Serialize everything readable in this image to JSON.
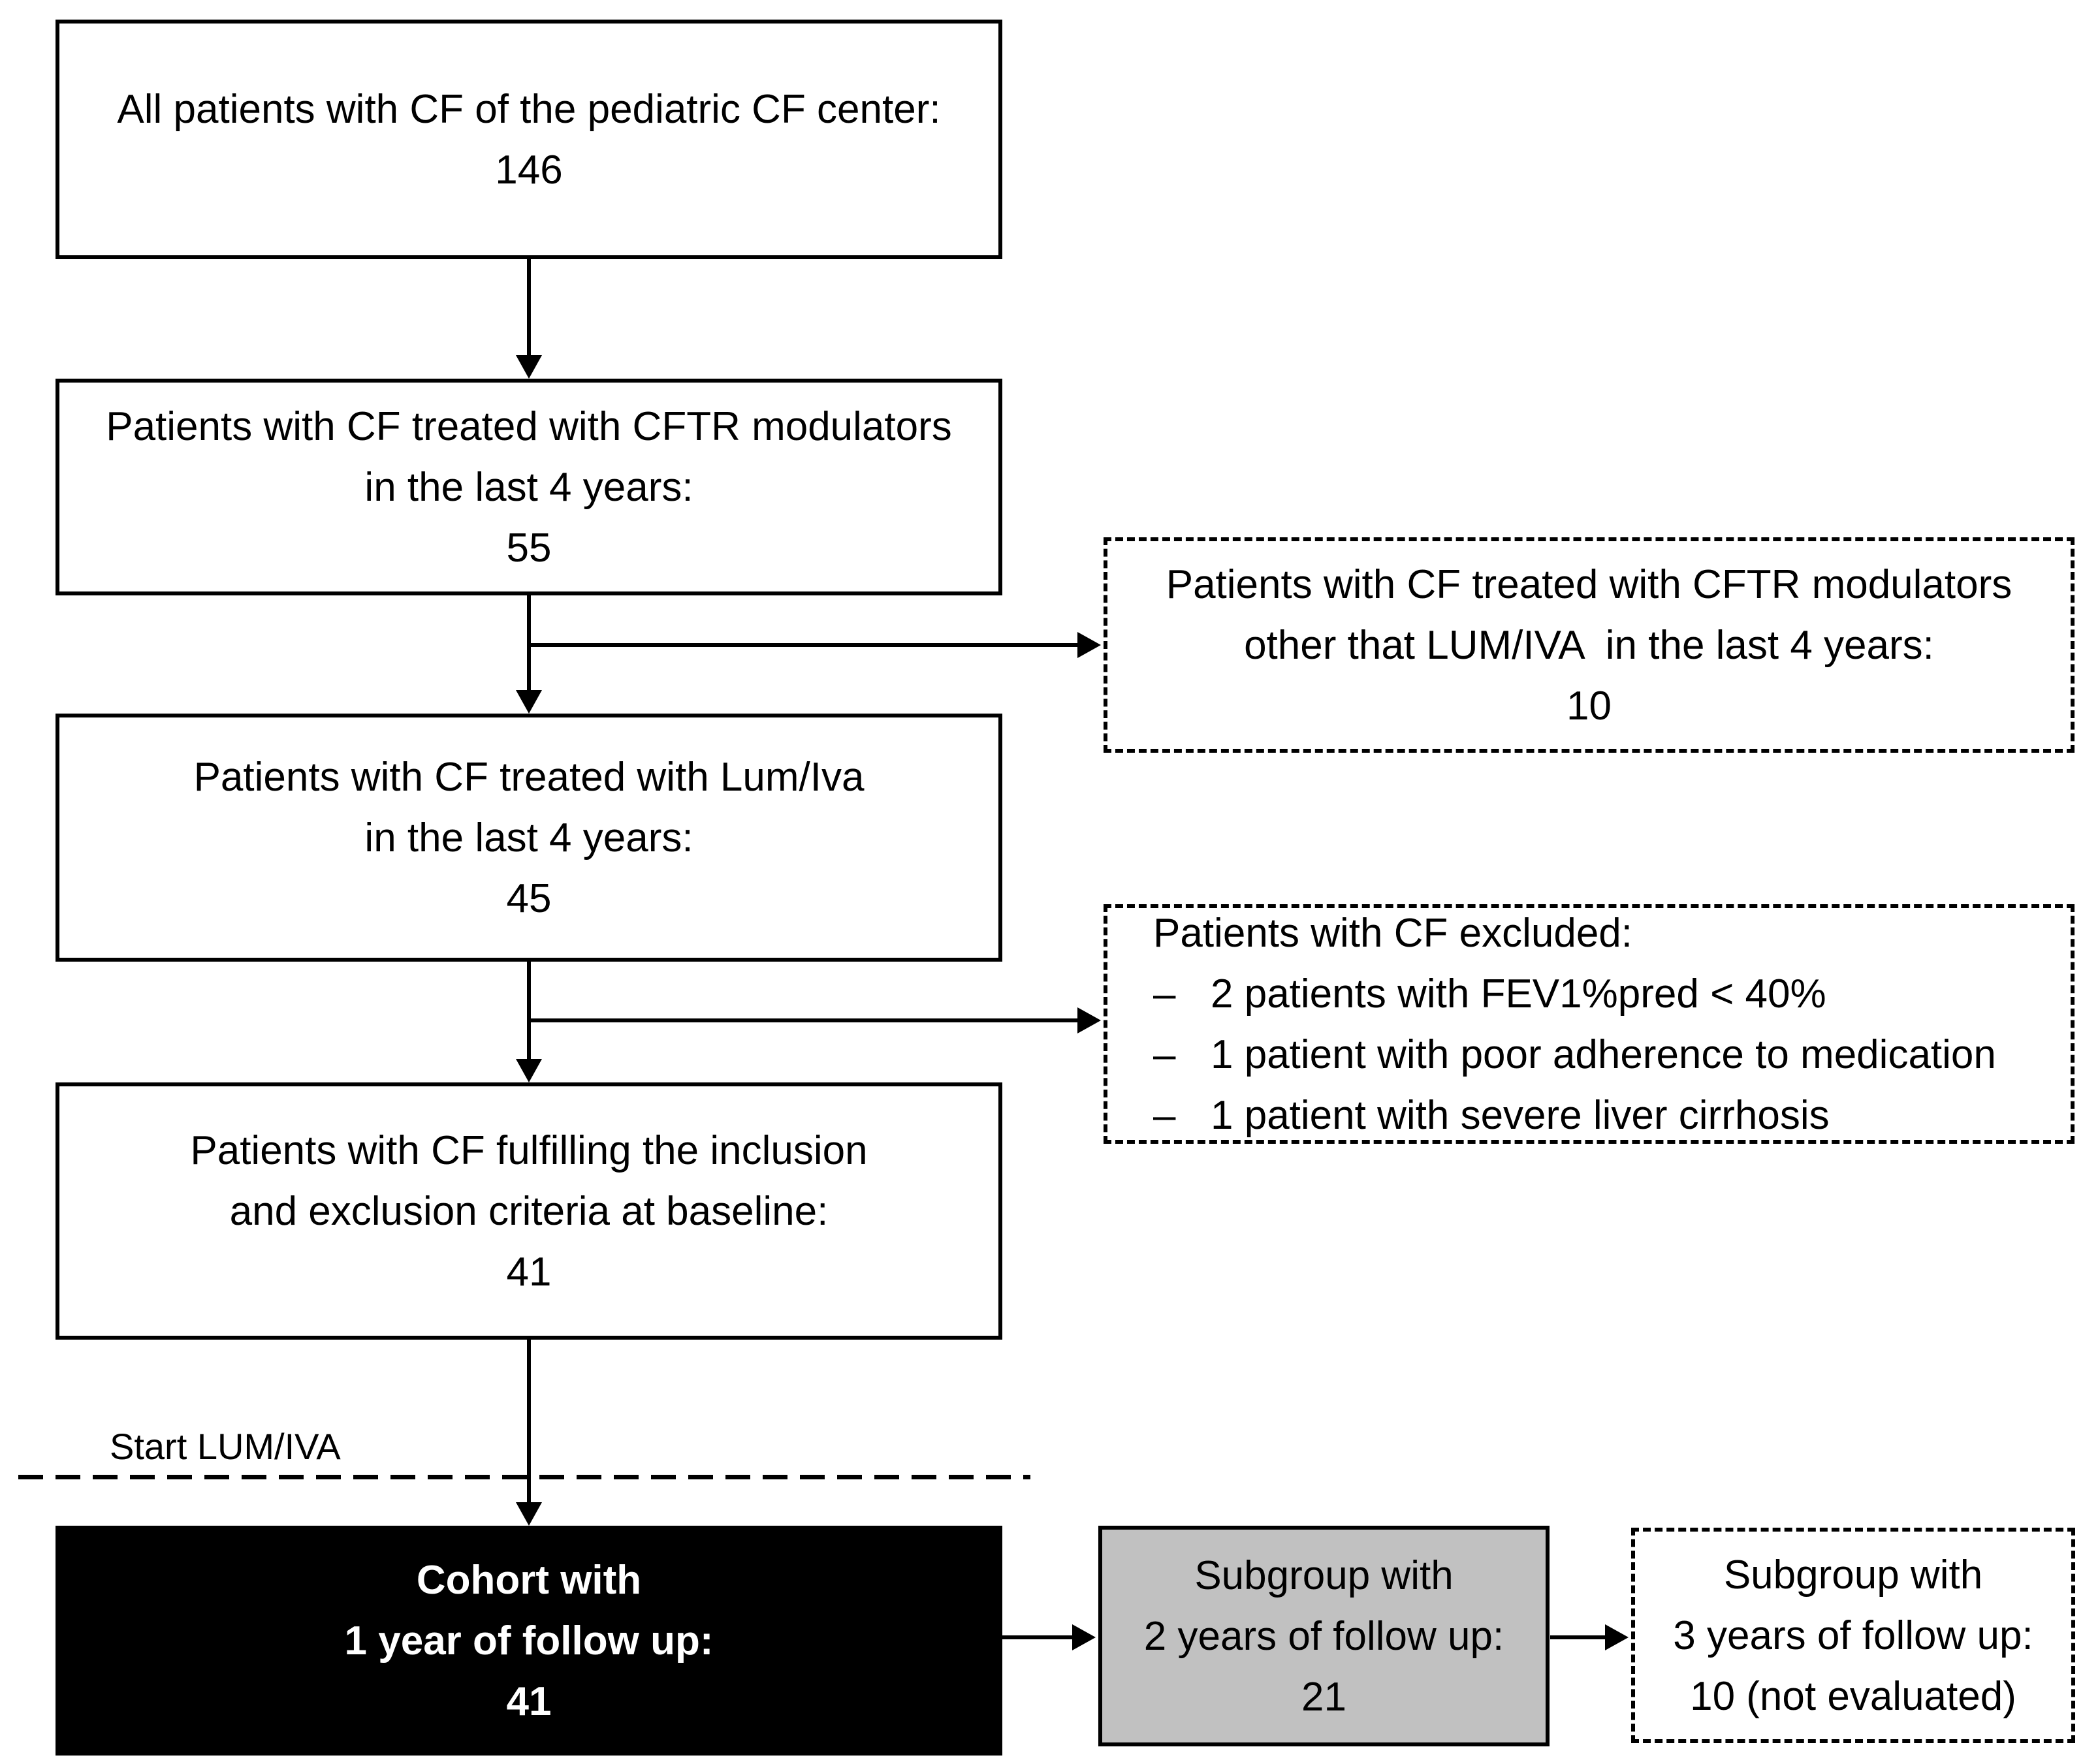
{
  "figure": {
    "type": "patient-flow-diagram",
    "background": "#ffffff",
    "colors": {
      "box_fill": "#ffffff",
      "border": "#000000",
      "cohort_fill": "#000000",
      "cohort_text": "#ffffff",
      "subgroup_fill": "#c1c1c1"
    },
    "start_label": "Start LUM/IVA",
    "boxes": {
      "all_patients": {
        "lines": [
          "All patients with CF of the pediatric CF center:",
          "146"
        ]
      },
      "cftr_modulators": {
        "lines": [
          "Patients with CF treated with CFTR modulators",
          "in the last 4 years:",
          "55"
        ]
      },
      "other_modulators": {
        "lines": [
          "Patients with CF treated with CFTR modulators",
          "other that LUM/IVA  in the last 4 years:",
          "10"
        ]
      },
      "lum_iva": {
        "lines": [
          "Patients with CF treated with Lum/Iva",
          "in the last 4 years:",
          "45"
        ]
      },
      "excluded": {
        "title": "Patients with CF excluded:",
        "bullet": "–",
        "items": [
          "2 patients with FEV1%pred < 40%",
          "1 patient with poor adherence to medication",
          "1 patient with severe liver cirrhosis"
        ]
      },
      "inclusion_criteria": {
        "lines": [
          "Patients with CF fulfilling the inclusion",
          "and exclusion criteria at baseline:",
          "41"
        ]
      },
      "cohort_1yr": {
        "lines": [
          "Cohort with",
          "1 year of follow up:",
          "41"
        ]
      },
      "subgroup_2yr": {
        "lines": [
          "Subgroup with",
          "2 years of follow up:",
          "21"
        ]
      },
      "subgroup_3yr": {
        "lines": [
          "Subgroup with",
          "3 years of follow up:",
          "10 (not evaluated)"
        ]
      }
    }
  }
}
